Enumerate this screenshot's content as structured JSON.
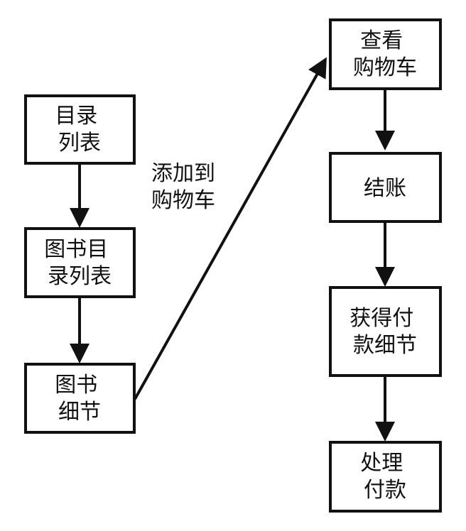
{
  "nodes": {
    "catalog_list": [
      "目录",
      "列表"
    ],
    "book_catalog_list": [
      "图书目",
      "录列表"
    ],
    "book_detail": [
      "图书",
      "细节"
    ],
    "view_cart": [
      "查看",
      "购物车"
    ],
    "checkout": [
      "结账"
    ],
    "get_payment_detail": [
      "获得付",
      "款细节"
    ],
    "process_payment": [
      "处理",
      "付款"
    ]
  },
  "edge_labels": {
    "add_to_cart": [
      "添加到",
      "购物车"
    ]
  }
}
